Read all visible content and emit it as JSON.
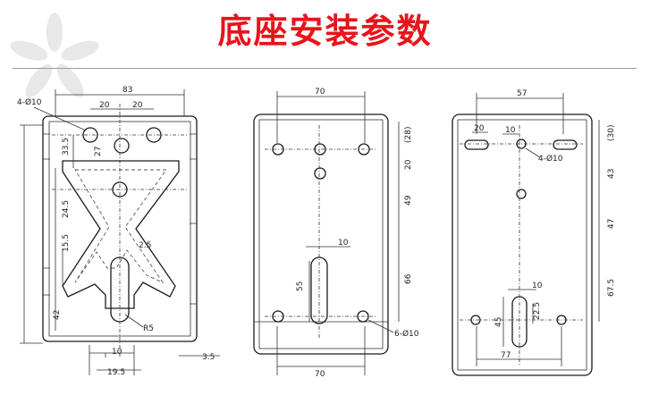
{
  "title": "底座安装参数",
  "colors": {
    "title": "#e8141c",
    "line": "#1a1a1a"
  },
  "panel_a": {
    "holes": "4-Ø10",
    "w_total": "83",
    "spacing_l": "20",
    "spacing_r": "20",
    "v_33_5": "33.5",
    "v_27": "27",
    "v_24_5": "24.5",
    "v_15_5": "15.5",
    "v_42": "42",
    "angle_dim": "2.5",
    "radius": "R5",
    "bottom_10": "10",
    "bottom_19_5": "19.5",
    "side_3_5": "3.5"
  },
  "panel_b": {
    "w_top": "70",
    "v_28": "(28)",
    "v_20": "20",
    "v_49": "49",
    "slot_w": "10",
    "slot_len": "55",
    "v_66": "66",
    "holes": "6-Ø10",
    "w_bottom": "70"
  },
  "panel_c": {
    "w_top": "57",
    "slot_20": "20",
    "slot_10": "10",
    "holes": "4-Ø10",
    "v_30": "(30)",
    "v_43": "43",
    "v_47": "47",
    "v_67_5": "67.5",
    "slot_w": "10",
    "v_45": "45",
    "v_22_5": "22.5",
    "w_bottom": "77"
  }
}
